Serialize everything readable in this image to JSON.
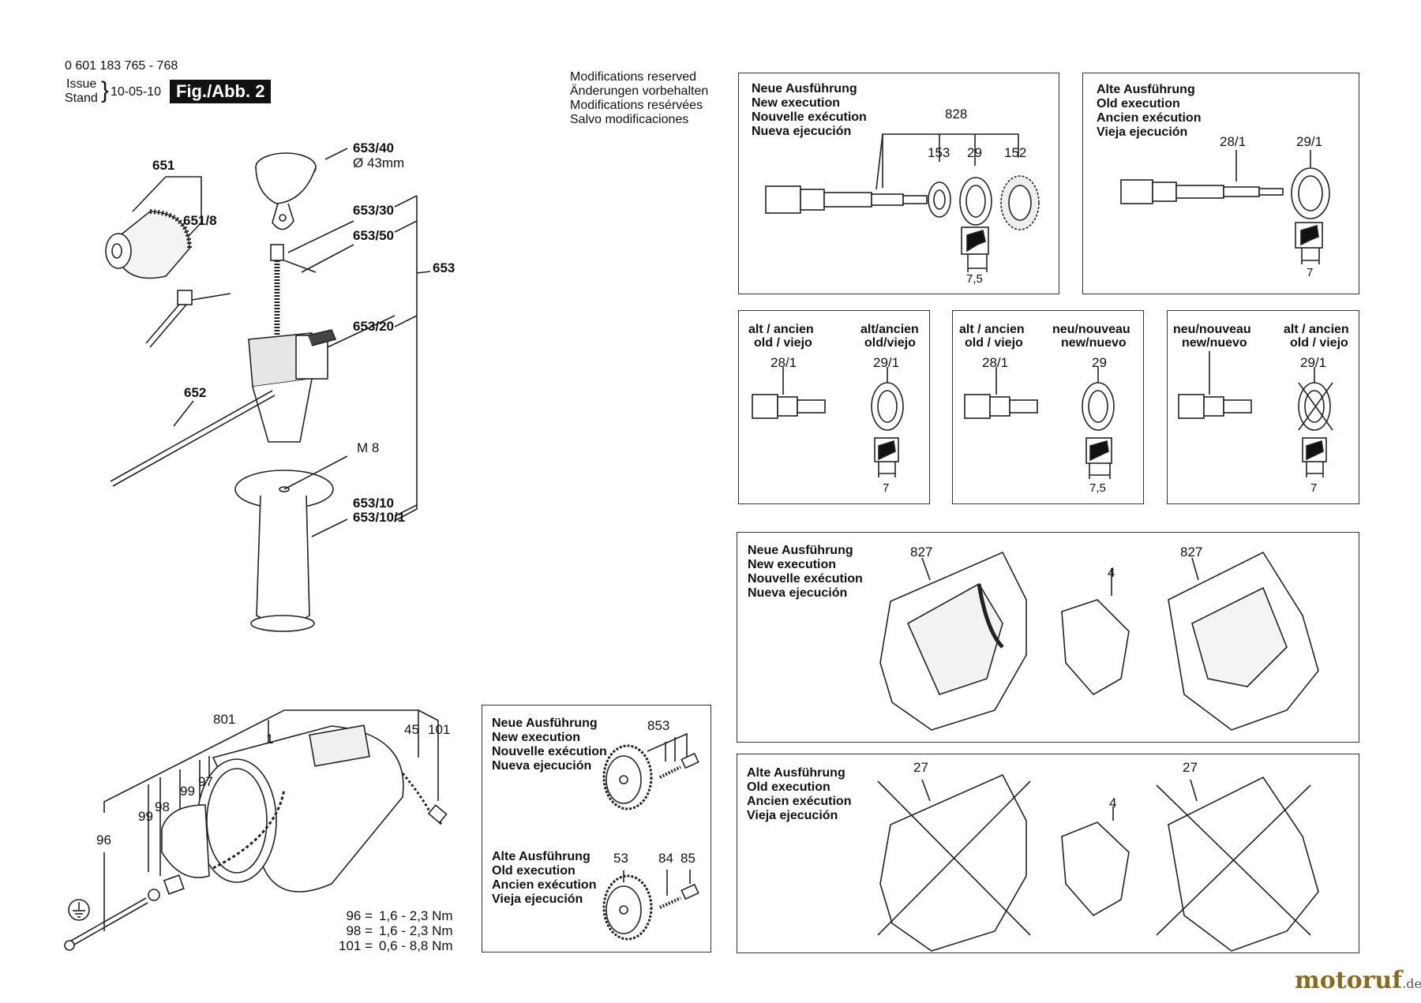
{
  "header": {
    "part_number": "0 601 183 765 - 768",
    "issue_label": "Issue",
    "stand_label": "Stand",
    "date": "10-05-10",
    "fig_label": "Fig./Abb. 2"
  },
  "modifications": [
    "Modifications reserved",
    "Änderungen vorbehalten",
    "Modifications resérvées",
    "Salvo modificaciones"
  ],
  "new_exec": [
    "Neue Ausführung",
    "New execution",
    "Nouvelle exécution",
    "Nueva ejecución"
  ],
  "old_exec": [
    "Alte Ausführung",
    "Old execution",
    "Ancien exécution",
    "Vieja ejecución"
  ],
  "alt_ancien": "alt / ancien",
  "alt_ancien2": "alt/ancien",
  "old_viejo": "old / viejo",
  "old_viejo2": "old/viejo",
  "neu_nouveau": "neu/nouveau",
  "new_nuevo": "new/nuevo",
  "labels": {
    "l651": "651",
    "l651_8": "651/8",
    "l652": "652",
    "l653": "653",
    "l653_40": "653/40",
    "l43mm": "Ø 43mm",
    "l653_30": "653/30",
    "l653_50": "653/50",
    "l653_20": "653/20",
    "lM8": "M 8",
    "l653_10": "653/10",
    "l653_10_1": "653/10/1",
    "l801": "801",
    "l1": "1",
    "l45": "45",
    "l101": "101",
    "l96": "96",
    "l99": "99",
    "l98": "98",
    "l99b": "99",
    "l97": "97",
    "l828": "828",
    "l153": "153",
    "l29": "29",
    "l152": "152",
    "l7_5": "7,5",
    "l28_1": "28/1",
    "l29_1": "29/1",
    "l7": "7",
    "l853": "853",
    "l53": "53",
    "l84": "84",
    "l85": "85",
    "l827": "827",
    "l4": "4",
    "l27": "27"
  },
  "torque": [
    {
      "part": "96 =",
      "value": "1,6 - 2,3 Nm"
    },
    {
      "part": "98 =",
      "value": "1,6 - 2,3 Nm"
    },
    {
      "part": "101 =",
      "value": "0,6 - 8,8 Nm"
    }
  ],
  "logo": {
    "brand": "motoruf",
    "tld": ".de",
    "color": "#8a6a1a"
  }
}
